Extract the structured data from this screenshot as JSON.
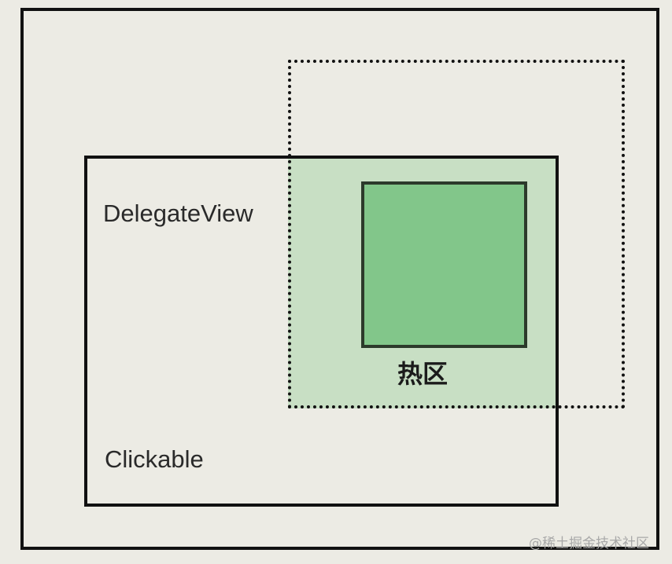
{
  "labels": {
    "delegate_view": "DelegateView",
    "clickable": "Clickable",
    "hot_region": "热区"
  },
  "watermark": "@稀土掘金技术社区",
  "colors": {
    "background": "#ecebe4",
    "hot_region_fill": "#c8dfc4",
    "inner_view_fill": "#82c68a",
    "stroke": "#111111"
  }
}
